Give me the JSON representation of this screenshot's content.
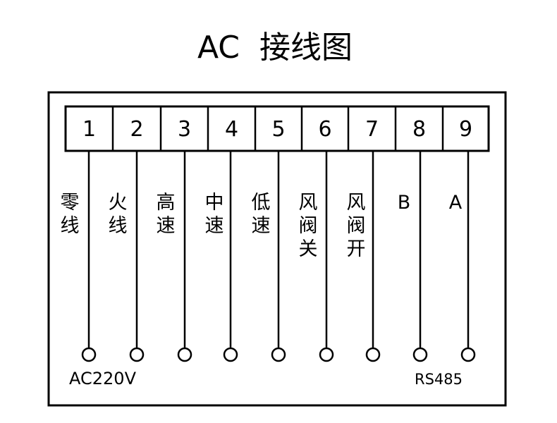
{
  "title": "AC  接线图",
  "terminals": [
    {
      "number": "1",
      "label": [
        "零",
        "线"
      ]
    },
    {
      "number": "2",
      "label": [
        "火",
        "线"
      ]
    },
    {
      "number": "3",
      "label": [
        "高",
        "速"
      ]
    },
    {
      "number": "4",
      "label": [
        "中",
        "速"
      ]
    },
    {
      "number": "5",
      "label": [
        "低",
        "速"
      ]
    },
    {
      "number": "6",
      "label": [
        "风",
        "阀",
        "关"
      ]
    },
    {
      "number": "7",
      "label": [
        "风",
        "阀",
        "开"
      ]
    },
    {
      "number": "8",
      "label": [
        "B"
      ]
    },
    {
      "number": "9",
      "label": [
        "A"
      ]
    }
  ],
  "power_label": "AC220V",
  "bus_label": "RS485"
}
